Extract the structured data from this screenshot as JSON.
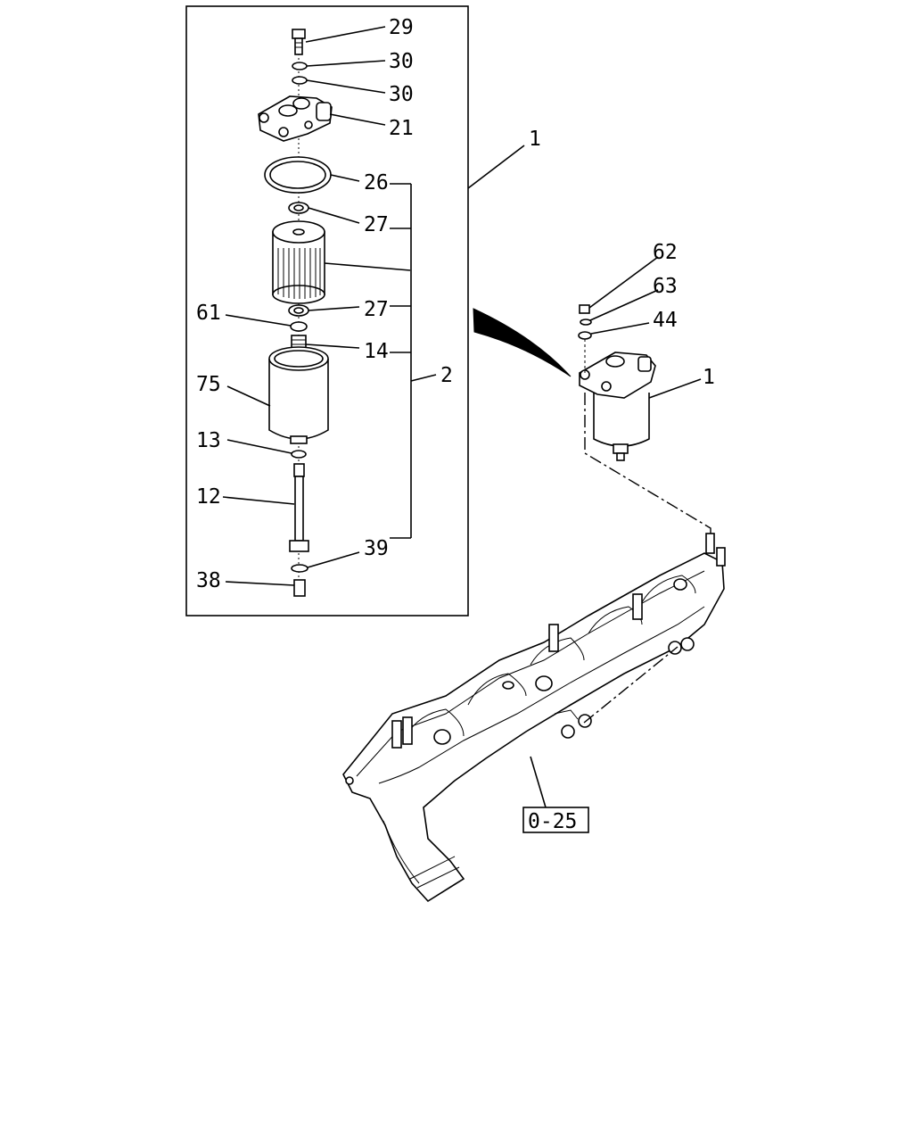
{
  "callouts": {
    "c29": "29",
    "c30a": "30",
    "c30b": "30",
    "c21": "21",
    "c1_box": "1",
    "c26": "26",
    "c27a": "27",
    "c27b": "27",
    "c61": "61",
    "c14": "14",
    "c2": "2",
    "c75": "75",
    "c13": "13",
    "c12": "12",
    "c39": "39",
    "c38": "38",
    "c62": "62",
    "c63": "63",
    "c44": "44",
    "c1_assembly": "1"
  },
  "reference_box": "0-25"
}
